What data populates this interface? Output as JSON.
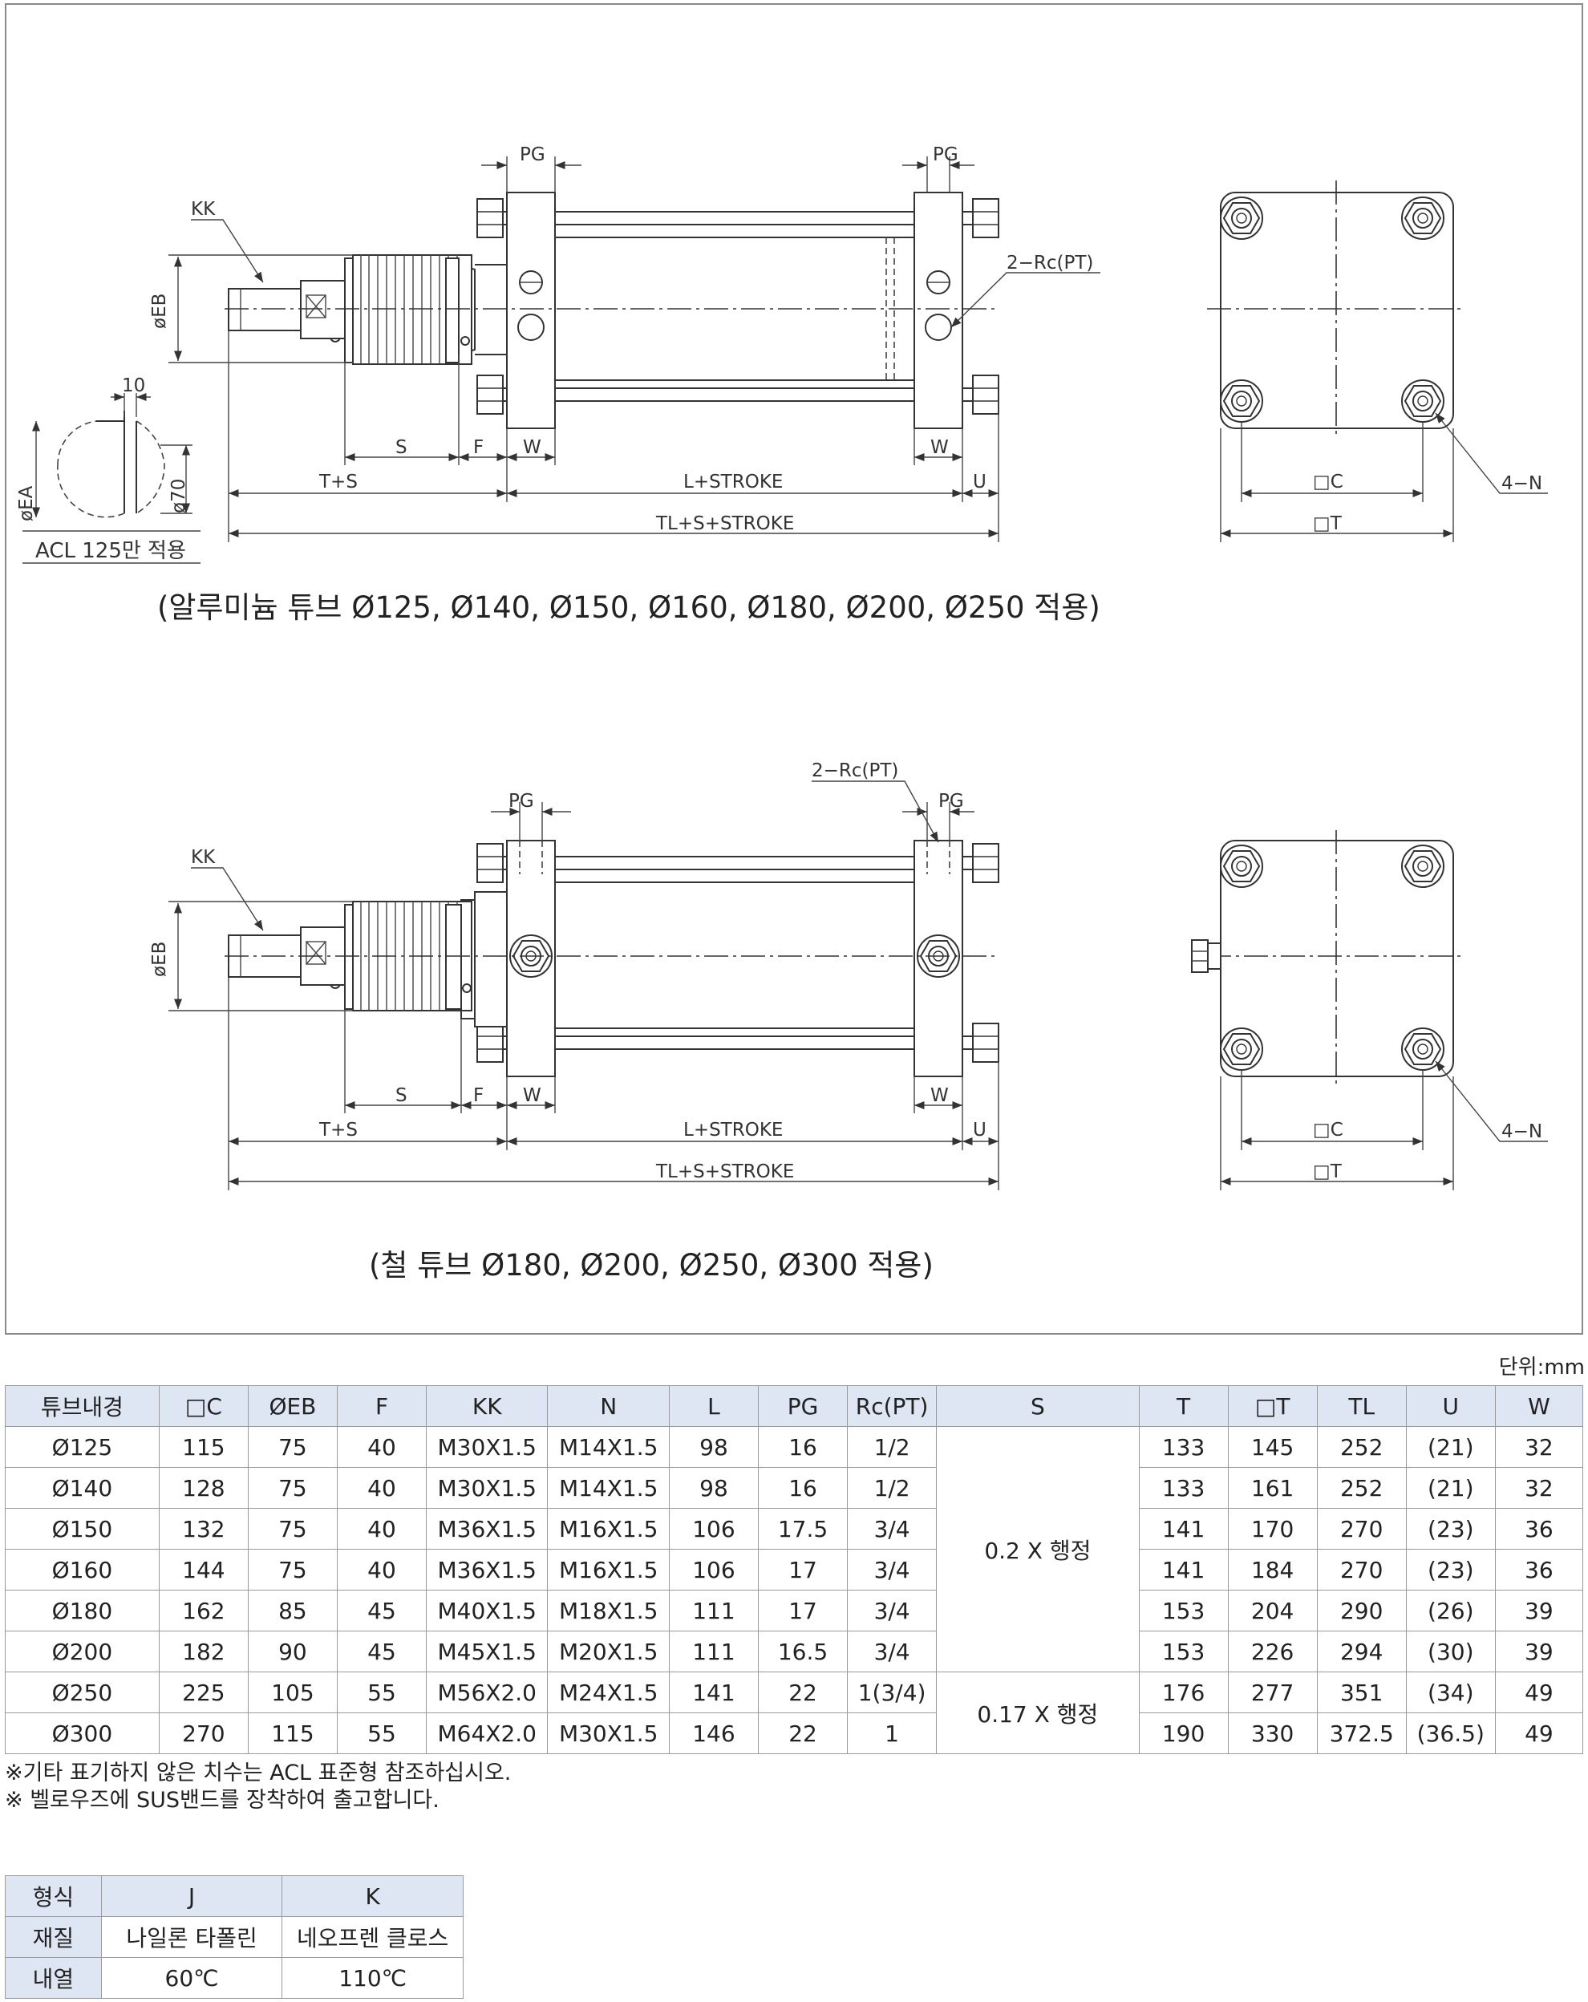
{
  "drawing1": {
    "caption": "(알루미늄 튜브 Ø125, Ø140, Ø150, Ø160, Ø180, Ø200, Ø250 적용)",
    "labels": {
      "kk": "KK",
      "eb": "øEB",
      "pg_left": "PG",
      "pg_right": "PG",
      "rc": "2−Rc(PT)",
      "s": "S",
      "f": "F",
      "w_left": "W",
      "w_right": "W",
      "ts": "T+S",
      "lstroke": "L+STROKE",
      "u": "U",
      "tlstroke": "TL+S+STROKE",
      "c": "□C",
      "t": "□T",
      "n": "4−N",
      "d10": "10",
      "ea": "øEA",
      "d70": "ø70",
      "acl_note": "ACL 125만 적용"
    }
  },
  "drawing2": {
    "caption": "(철 튜브 Ø180, Ø200, Ø250, Ø300 적용)",
    "labels": {
      "kk": "KK",
      "eb": "øEB",
      "pg_left": "PG",
      "pg_right": "PG",
      "rc": "2−Rc(PT)",
      "s": "S",
      "f": "F",
      "w_left": "W",
      "w_right": "W",
      "ts": "T+S",
      "lstroke": "L+STROKE",
      "u": "U",
      "tlstroke": "TL+S+STROKE",
      "c": "□C",
      "t": "□T",
      "n": "4−N"
    }
  },
  "unit": "단위:mm",
  "spec_table": {
    "headers": [
      "튜브내경",
      "□C",
      "ØEB",
      "F",
      "KK",
      "N",
      "L",
      "PG",
      "Rc(PT)",
      "S",
      "T",
      "□T",
      "TL",
      "U",
      "W"
    ],
    "s_groups": [
      "0.2 X 행정",
      "0.17 X 행정"
    ],
    "rows": [
      [
        "Ø125",
        "115",
        "75",
        "40",
        "M30X1.5",
        "M14X1.5",
        "98",
        "16",
        "1/2",
        "133",
        "145",
        "252",
        "(21)",
        "32"
      ],
      [
        "Ø140",
        "128",
        "75",
        "40",
        "M30X1.5",
        "M14X1.5",
        "98",
        "16",
        "1/2",
        "133",
        "161",
        "252",
        "(21)",
        "32"
      ],
      [
        "Ø150",
        "132",
        "75",
        "40",
        "M36X1.5",
        "M16X1.5",
        "106",
        "17.5",
        "3/4",
        "141",
        "170",
        "270",
        "(23)",
        "36"
      ],
      [
        "Ø160",
        "144",
        "75",
        "40",
        "M36X1.5",
        "M16X1.5",
        "106",
        "17",
        "3/4",
        "141",
        "184",
        "270",
        "(23)",
        "36"
      ],
      [
        "Ø180",
        "162",
        "85",
        "45",
        "M40X1.5",
        "M18X1.5",
        "111",
        "17",
        "3/4",
        "153",
        "204",
        "290",
        "(26)",
        "39"
      ],
      [
        "Ø200",
        "182",
        "90",
        "45",
        "M45X1.5",
        "M20X1.5",
        "111",
        "16.5",
        "3/4",
        "153",
        "226",
        "294",
        "(30)",
        "39"
      ],
      [
        "Ø250",
        "225",
        "105",
        "55",
        "M56X2.0",
        "M24X1.5",
        "141",
        "22",
        "1(3/4)",
        "176",
        "277",
        "351",
        "(34)",
        "49"
      ],
      [
        "Ø300",
        "270",
        "115",
        "55",
        "M64X2.0",
        "M30X1.5",
        "146",
        "22",
        "1",
        "190",
        "330",
        "372.5",
        "(36.5)",
        "49"
      ]
    ]
  },
  "notes": [
    "※기타 표기하지 않은 치수는 ACL 표준형 참조하십시오.",
    "※ 벨로우즈에 SUS밴드를 장착하여 출고합니다."
  ],
  "material_table": {
    "headers": [
      "형식",
      "J",
      "K"
    ],
    "rows": [
      [
        "재질",
        "나일론 타폴린",
        "네오프렌 클로스"
      ],
      [
        "내열",
        "60℃",
        "110℃"
      ]
    ]
  }
}
